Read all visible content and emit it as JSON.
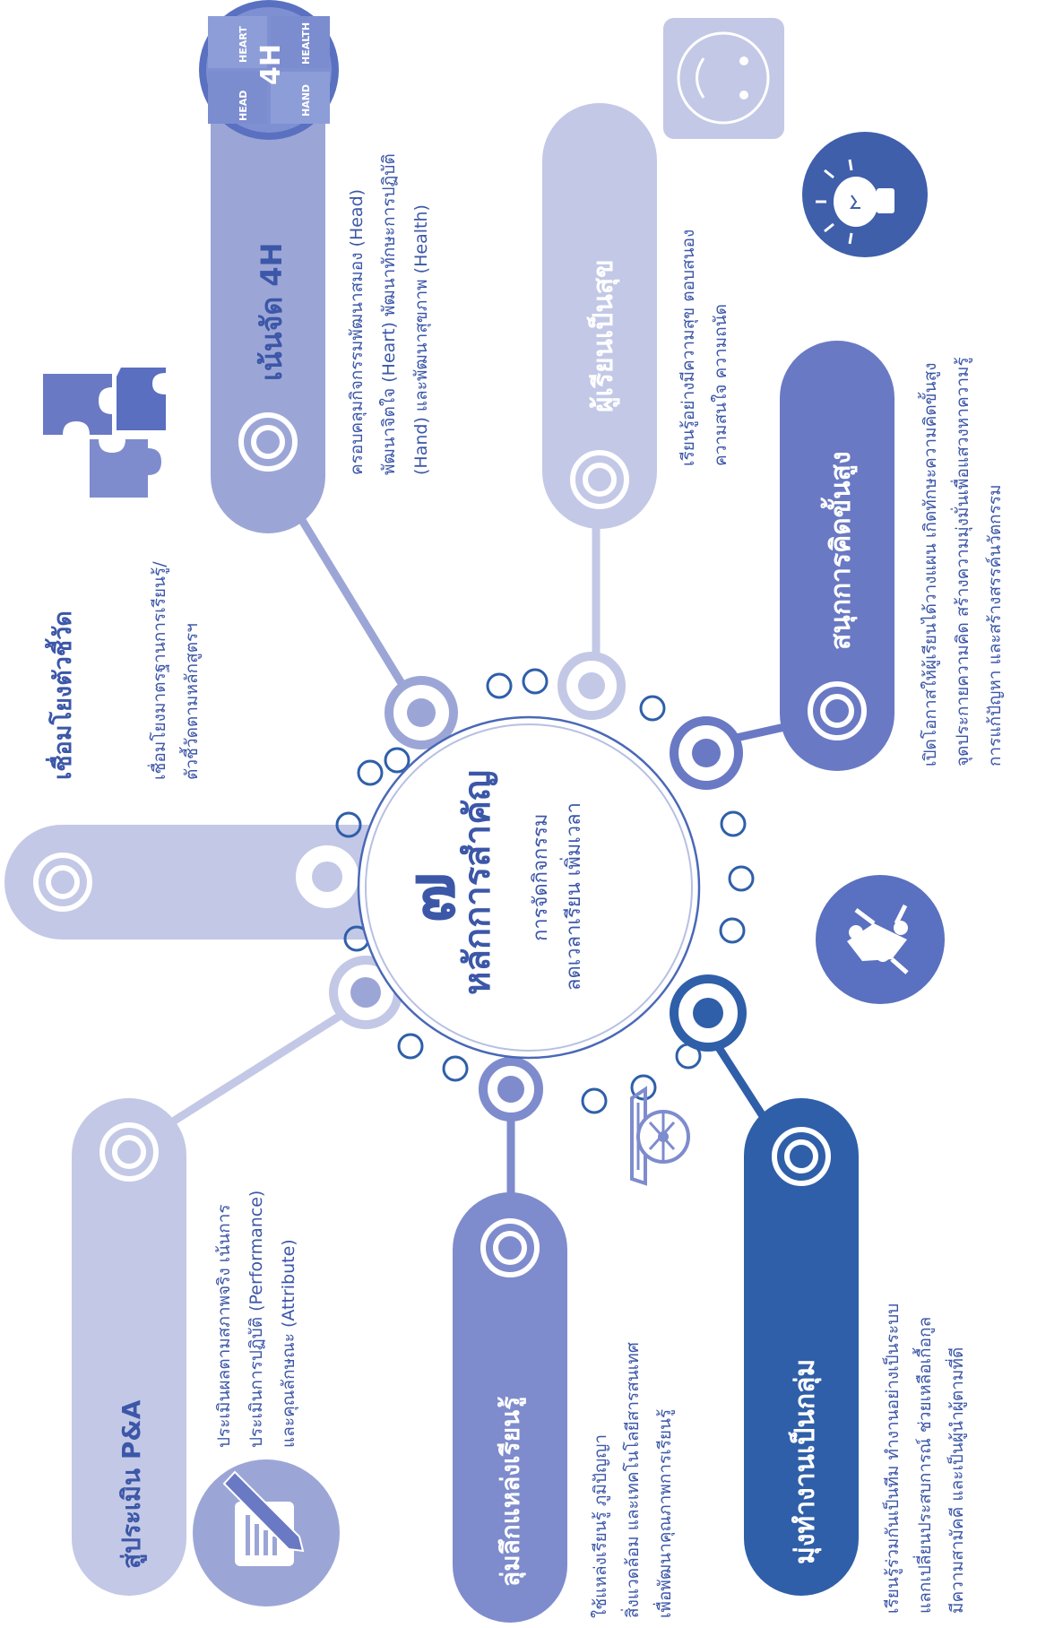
{
  "center": {
    "number": "๗",
    "title": "หลักการสำคัญ",
    "subtitle_1": "การจัดกิจกรรม",
    "subtitle_2": "ลดเวลาเรียน เพิ่มเวลา"
  },
  "items": [
    {
      "title": "เชื่อมโยงตัวชี้วัด",
      "desc": "เชื่อมโยงมาตรฐานการเรียนรู้/\nตัวชี้วัดตามหลักสูตรฯ"
    },
    {
      "title": "เน้นจัด 4H",
      "desc": "ครอบคลุมกิจกรรมพัฒนาสมอง (Head)\nพัฒนาจิตใจ (Heart) พัฒนาทักษะการปฏิบัติ\n(Hand) และพัฒนาสุขภาพ (Health)"
    },
    {
      "title": "ผู้เรียนเป็นสุข",
      "desc": "เรียนรู้อย่างมีความสุข ตอบสนอง\nความสนใจ ความถนัด"
    },
    {
      "title": "สนุกการคิดขั้นสูง",
      "desc": "เปิดโอกาสให้ผู้เรียนได้วางแผน เกิดทักษะความคิดขั้นสูง\nจุดประกายความคิด สร้างความมุ่งมั่นเพื่อแสวงหาความรู้\nการแก้ปัญหา และสร้างสรรค์นวัตกรรม"
    },
    {
      "title": "มุ่งทำงานเป็นกลุ่ม",
      "desc": "เรียนรู้ร่วมกันเป็นทีม ทำงานอย่างเป็นระบบ\nแลกเปลี่ยนประสบการณ์ ช่วยเหลือเกื้อกูล\nมีความสามัคคี และเป็นผู้นำผู้ตามที่ดี"
    },
    {
      "title": "ลุ่มลึกแหล่งเรียนรู้",
      "desc": "ใช้แหล่งเรียนรู้ ภูมิปัญญา\nสิ่งแวดล้อม และเทคโนโลยีสารสนเทศ\nเพื่อพัฒนาคุณภาพการเรียนรู้"
    },
    {
      "title": "สู่ประเมิน P&A",
      "desc": "ประเมินผลตามสภาพจริง เน้นการ\nประเมินการปฏิบัติ (Performance)\nและคุณลักษณะ (Attribute)"
    }
  ],
  "badge_4h": {
    "heart": "HEART",
    "health": "HEALTH",
    "head": "HEAD",
    "hand": "HAND",
    "center": "4H"
  },
  "icons": {
    "smiley": "smiley-icon",
    "lightbulb": "lightbulb-icon",
    "teamwork": "teamwork-icon",
    "globe_book": "globe-book-icon",
    "puzzle": "puzzle-icon",
    "pencil_chart": "pencil-chart-icon",
    "badge_4h": "4h-badge-icon"
  },
  "colors": {
    "light": "#c3c8e6",
    "medium": "#9ca6d6",
    "medium_dark": "#7e8ccd",
    "dark": "#6a79c4",
    "strong": "#2f5fa9",
    "text": "#3c57a8",
    "white": "#ffffff"
  }
}
